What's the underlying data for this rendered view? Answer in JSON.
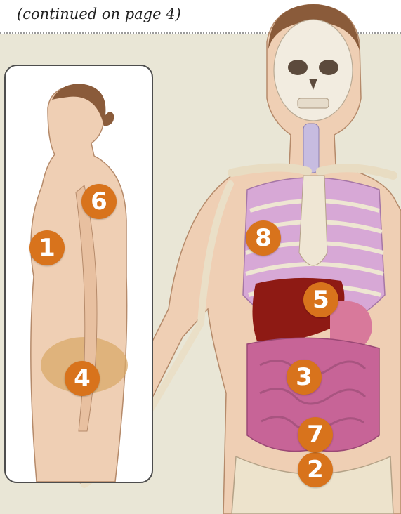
{
  "header": {
    "continued_note": "(continued on page 4)"
  },
  "colors": {
    "badge": "#d8731c",
    "background": "#e9e6d6",
    "liver": "#8e1a14",
    "lungs": "#d7a8d6",
    "intestines": "#c76497"
  },
  "markers": {
    "m1": "1",
    "m2": "2",
    "m3": "3",
    "m4": "4",
    "m5": "5",
    "m6": "6",
    "m7": "7",
    "m8": "8"
  }
}
